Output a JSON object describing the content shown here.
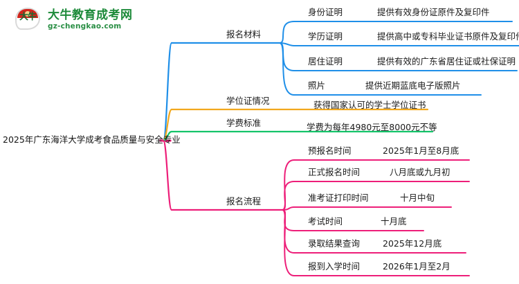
{
  "logo": {
    "mark_text": "大牛",
    "title": "大牛教育成考网",
    "subtitle": "gz-chengkao.com",
    "brand_green": "#1d8a3a",
    "brand_red": "#d4241c"
  },
  "mindmap": {
    "root": "2025年广东海洋大学成考食品质量与安全专业",
    "branches": [
      {
        "label": "报名材料",
        "color": "#1f8fe8",
        "children": [
          {
            "key": "身份证明",
            "value": "提供有效身份证原件及复印件"
          },
          {
            "key": "学历证明",
            "value": "提供高中或专科毕业证书原件及复印件"
          },
          {
            "key": "居住证明",
            "value": "提供有效的广东省居住证或社保证明"
          },
          {
            "key": "照片",
            "value": "提供近期蓝底电子版照片"
          }
        ]
      },
      {
        "label": "学位证情况",
        "color": "#f2a81d",
        "children": [
          {
            "key": "",
            "value": "获得国家认可的学士学位证书"
          }
        ]
      },
      {
        "label": "学费标准",
        "color": "#14c46a",
        "children": [
          {
            "key": "",
            "value": "学费为每年4980元至8000元不等"
          }
        ]
      },
      {
        "label": "报名流程",
        "color": "#ed1e79",
        "children": [
          {
            "key": "预报名时间",
            "value": "2025年1月至8月底"
          },
          {
            "key": "正式报名时间",
            "value": "八月底或九月初"
          },
          {
            "key": "准考证打印时间",
            "value": "十月中旬"
          },
          {
            "key": "考试时间",
            "value": "十月底"
          },
          {
            "key": "录取结果查询",
            "value": "2025年12月底"
          },
          {
            "key": "报到入学时间",
            "value": "2026年1月至2月"
          }
        ]
      }
    ]
  }
}
